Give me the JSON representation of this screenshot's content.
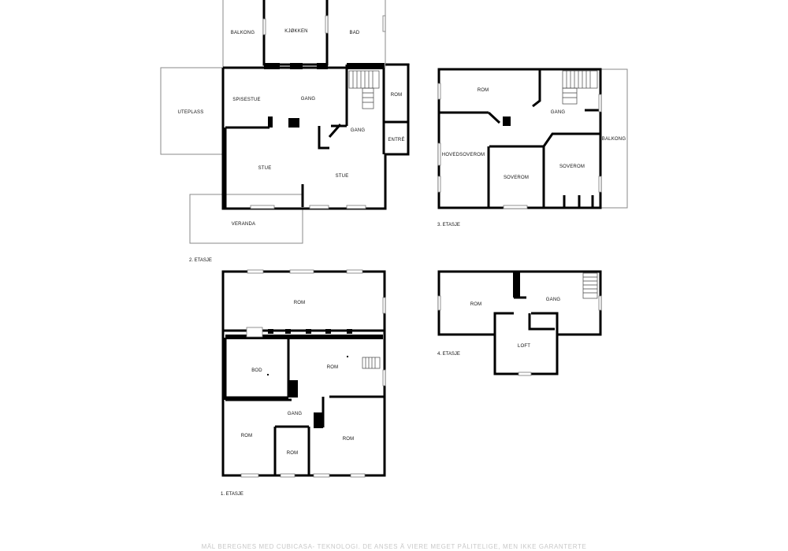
{
  "floors": [
    {
      "label": "2. ETASJE",
      "rooms": [
        "BALKONG",
        "KJØKKEN",
        "BAD",
        "UTEPLASS",
        "SPISESTUE",
        "GANG",
        "ROM",
        "GANG",
        "ENTRÉ",
        "STUE",
        "STUE",
        "VERANDA"
      ]
    },
    {
      "label": "3. ETASJE",
      "rooms": [
        "ROM",
        "GANG",
        "HOVEDSOVEROM",
        "SOVEROM",
        "SOVEROM",
        "BALKONG"
      ]
    },
    {
      "label": "1. ETASJE",
      "rooms": [
        "ROM",
        "BOD",
        "ROM",
        "GANG",
        "ROM",
        "ROM",
        "ROM"
      ]
    },
    {
      "label": "4. ETASJE",
      "rooms": [
        "ROM",
        "GANG",
        "LOFT"
      ]
    }
  ],
  "footer": "MÅL BEREGNES MED CUBICASA- TEKNOLOGI. DE ANSES Å VIERE MEGET PÅLITELIGE, MEN IKKE GARANTERTE"
}
